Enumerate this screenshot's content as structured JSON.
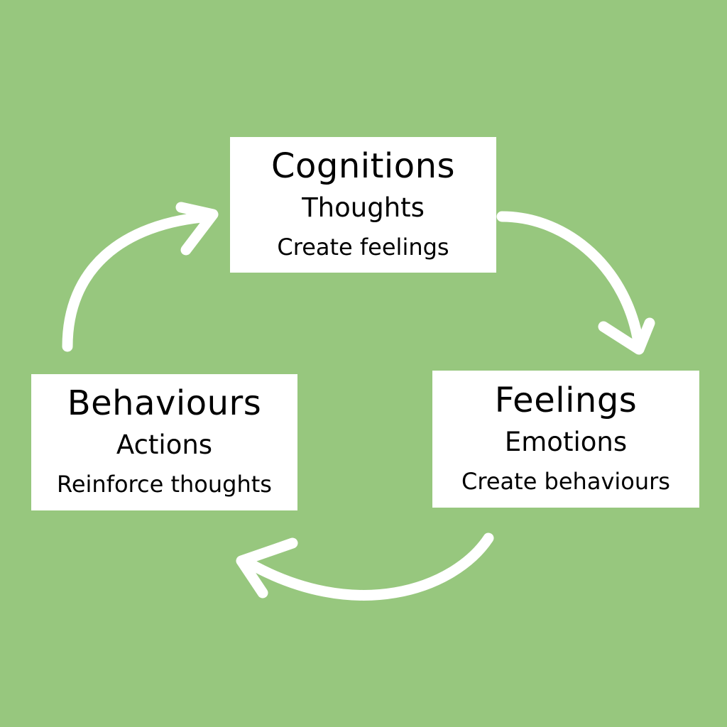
{
  "diagram": {
    "title": "Cognitive triangle cycle",
    "background_color": "#97c77e",
    "box_color": "#ffffff",
    "arrow_color": "#ffffff",
    "nodes": [
      {
        "id": "cognitions",
        "title": "Cognitions",
        "subtitle": "Thoughts",
        "description": "Create feelings"
      },
      {
        "id": "feelings",
        "title": "Feelings",
        "subtitle": "Emotions",
        "description": "Create behaviours"
      },
      {
        "id": "behaviours",
        "title": "Behaviours",
        "subtitle": "Actions",
        "description": "Reinforce thoughts"
      }
    ],
    "edges": [
      {
        "from": "cognitions",
        "to": "feelings"
      },
      {
        "from": "feelings",
        "to": "behaviours"
      },
      {
        "from": "behaviours",
        "to": "cognitions"
      }
    ]
  }
}
